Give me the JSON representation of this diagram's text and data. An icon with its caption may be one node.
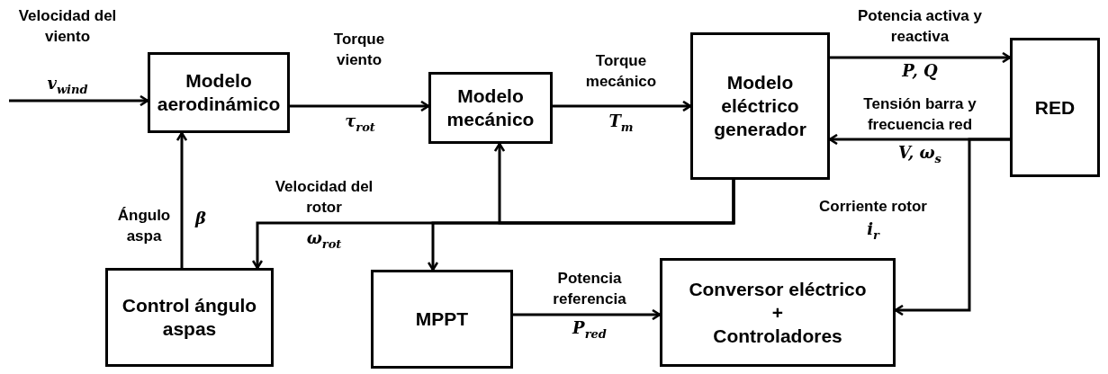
{
  "diagram": {
    "nodes": [
      {
        "text": [
          "Modelo aerodinámico"
        ]
      },
      {
        "text": [
          "Modelo mecánico"
        ]
      },
      {
        "text": [
          "Modelo eléctrico generador"
        ]
      },
      {
        "text": [
          "RED"
        ]
      },
      {
        "text": [
          "Control ángulo aspas"
        ]
      },
      {
        "text": [
          "MPPT"
        ]
      },
      {
        "text": [
          "Conversor eléctrico",
          "+",
          "Controladores"
        ]
      }
    ],
    "edges": [
      {
        "from": null,
        "to": 0,
        "arrow": "to",
        "label": "Velocidad del viento *v*$_{wind}$"
      },
      {
        "from": 0,
        "to": 1,
        "arrow": "to",
        "label": "Torque viento *τ*$_{rot}$"
      },
      {
        "from": 1,
        "to": 2,
        "arrow": "to",
        "label": "Torque mecánico *T*$_{m}$"
      },
      {
        "from": 2,
        "to": 3,
        "arrow": "to",
        "label": "Potencia activa y reactiva *P*, *Q*"
      },
      {
        "from": 3,
        "to": 2,
        "arrow": "to",
        "label": "Tensión barra y frecuencia red *V*, *ω*$_{s}$"
      },
      {
        "from": 4,
        "to": 0,
        "arrow": "to",
        "label": "Ángulo aspa *β*"
      },
      {
        "from": 2,
        "to": 4,
        "arrow": "to",
        "label": "Velocidad del rotor *ω*$_{rot}$"
      },
      {
        "from": 2,
        "to": 1,
        "arrow": "to"
      },
      {
        "from": 2,
        "to": 5,
        "arrow": "to"
      },
      {
        "from": 5,
        "to": 6,
        "arrow": "to",
        "label": "Potencia referencia *P*$_{red}$"
      },
      {
        "from": 3,
        "to": 6,
        "arrow": "to",
        "label": "Corriente rotor *i*$_{r}$"
      }
    ]
  }
}
